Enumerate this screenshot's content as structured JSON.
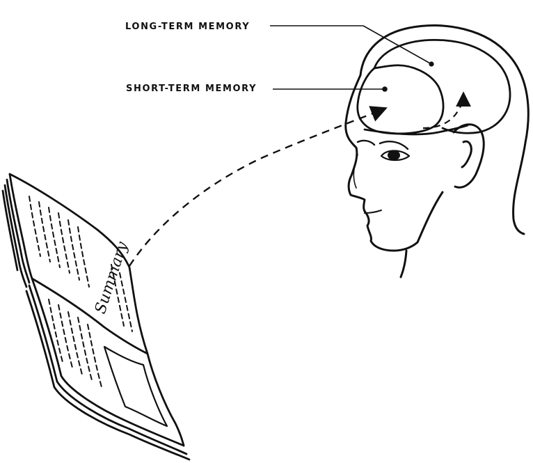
{
  "diagram": {
    "labels": {
      "long_term_memory": "LONG-TERM MEMORY",
      "short_term_memory": "SHORT-TERM MEMORY"
    },
    "book": {
      "page_heading": "Summary"
    },
    "colors": {
      "ink": "#111111",
      "background": "#ffffff"
    }
  }
}
